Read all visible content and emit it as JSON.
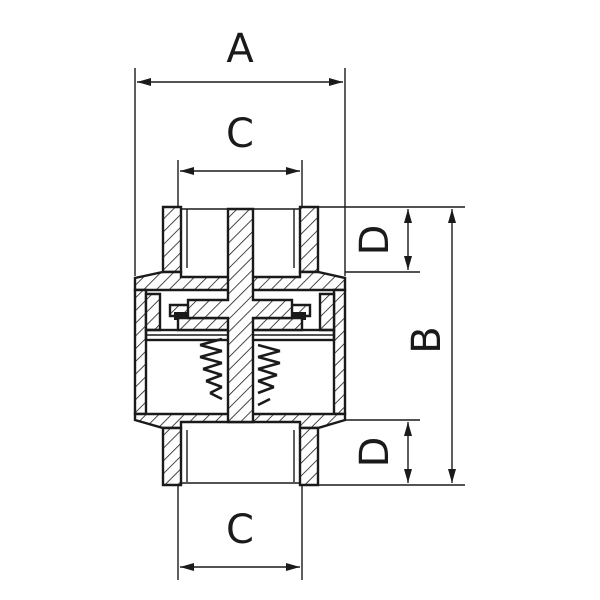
{
  "dimensions": {
    "overall_width": "A",
    "height": "B",
    "top_bore": "C",
    "bottom_bore": "C",
    "top_thread": "D",
    "bottom_thread": "D"
  },
  "colors": {
    "line": "#1a1a1a",
    "background": "#ffffff"
  }
}
